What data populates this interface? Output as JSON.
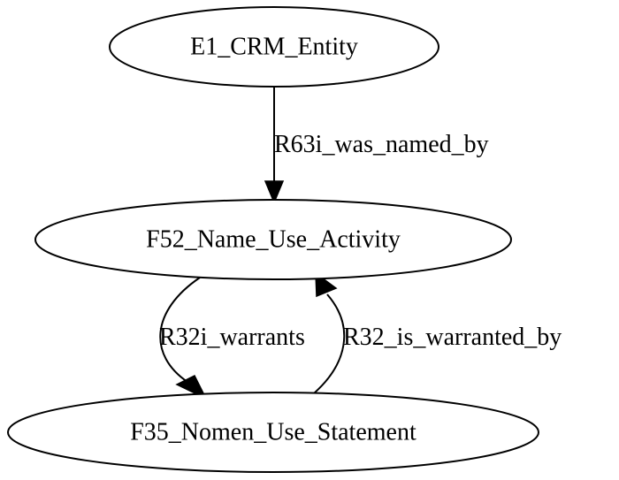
{
  "nodes": {
    "e1": {
      "label": "E1_CRM_Entity"
    },
    "f52": {
      "label": "F52_Name_Use_Activity"
    },
    "f35": {
      "label": "F35_Nomen_Use_Statement"
    }
  },
  "edges": {
    "r63i": {
      "label": "R63i_was_named_by",
      "from": "E1_CRM_Entity",
      "to": "F52_Name_Use_Activity"
    },
    "r32i": {
      "label": "R32i_warrants",
      "from": "F52_Name_Use_Activity",
      "to": "F35_Nomen_Use_Statement"
    },
    "r32": {
      "label": "R32_is_warranted_by",
      "from": "F35_Nomen_Use_Statement",
      "to": "F52_Name_Use_Activity"
    }
  },
  "colors": {
    "stroke": "#000000",
    "fill": "#ffffff",
    "text": "#000000"
  }
}
